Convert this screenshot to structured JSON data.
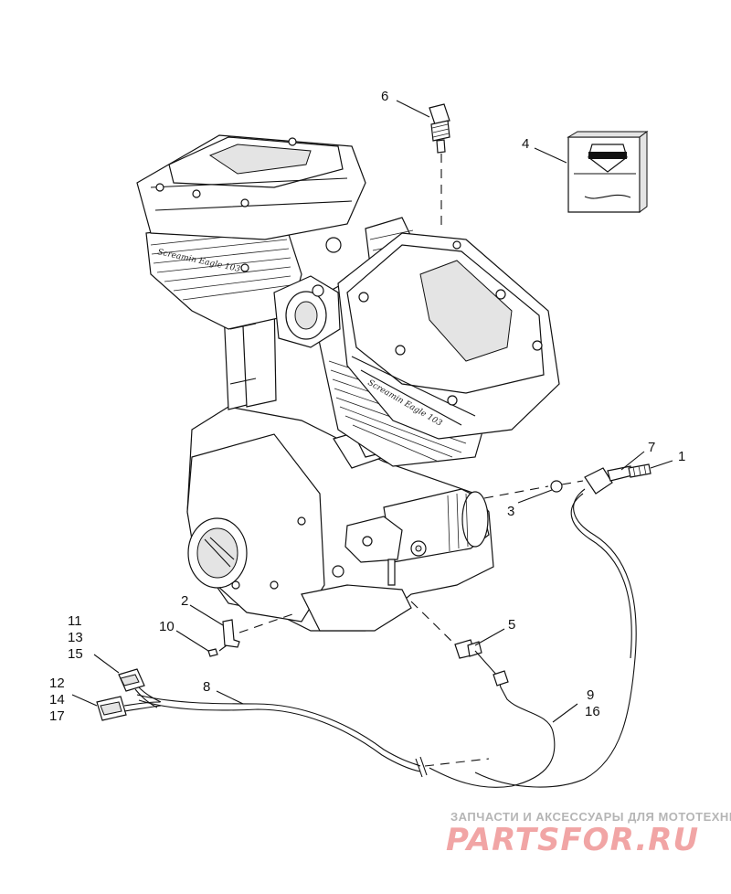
{
  "diagram": {
    "callouts": {
      "c1": "1",
      "c2": "2",
      "c3": "3",
      "c4": "4",
      "c5": "5",
      "c6": "6",
      "c7": "7",
      "c8": "8",
      "c9": "9",
      "c10": "10",
      "c11": "11",
      "c12": "12",
      "c13": "13",
      "c14": "14",
      "c15": "15",
      "c16": "16",
      "c17": "17"
    },
    "engine_etching_front": "Screamin Eagle 103",
    "engine_etching_rear": "Screamin Eagle 103"
  },
  "watermark": {
    "tagline": "ЗАПЧАСТИ И АКСЕССУАРЫ ДЛЯ МОТОТЕХНИКИ",
    "logo": "PARTSFOR.RU"
  },
  "colors": {
    "line": "#111111",
    "shading": "#e4e4e4",
    "watermark_text": "#b5b5b5",
    "watermark_logo": "#f1a5a5"
  },
  "icons": {
    "label_part": "harley-davidson-badge-icon"
  }
}
